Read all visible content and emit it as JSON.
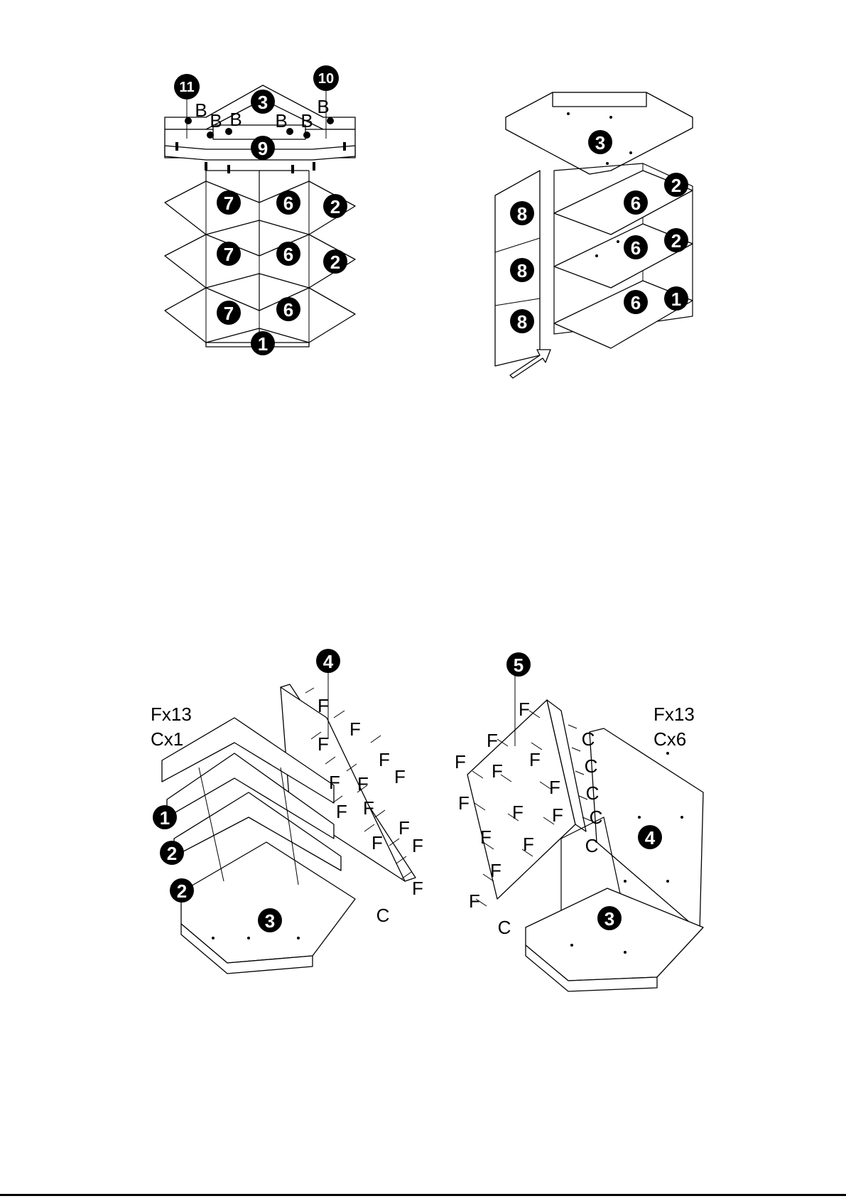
{
  "panels": [
    {
      "id": "step-top-left",
      "callouts": [
        "11",
        "10",
        "3",
        "9",
        "7",
        "6",
        "2",
        "7",
        "6",
        "2",
        "7",
        "6",
        "1"
      ],
      "letters": [
        "B",
        "B",
        "B",
        "B",
        "B",
        "B"
      ]
    },
    {
      "id": "step-top-right",
      "callouts": [
        "3",
        "6",
        "2",
        "6",
        "2",
        "6",
        "1",
        "8",
        "8",
        "8"
      ]
    },
    {
      "id": "step-bottom-left",
      "quantities": [
        "Fx13",
        "Cx1"
      ],
      "callouts": [
        "4",
        "1",
        "2",
        "2",
        "3"
      ],
      "letters": [
        "F",
        "F",
        "F",
        "F",
        "F",
        "F",
        "F",
        "F",
        "F",
        "F",
        "F",
        "F",
        "F",
        "C"
      ]
    },
    {
      "id": "step-bottom-right",
      "quantities": [
        "Fx13",
        "Cx6"
      ],
      "callouts": [
        "5",
        "4",
        "3"
      ],
      "letters": [
        "F",
        "F",
        "F",
        "F",
        "F",
        "F",
        "F",
        "F",
        "F",
        "F",
        "F",
        "F",
        "F",
        "C",
        "C",
        "C",
        "C",
        "C",
        "C"
      ]
    }
  ]
}
